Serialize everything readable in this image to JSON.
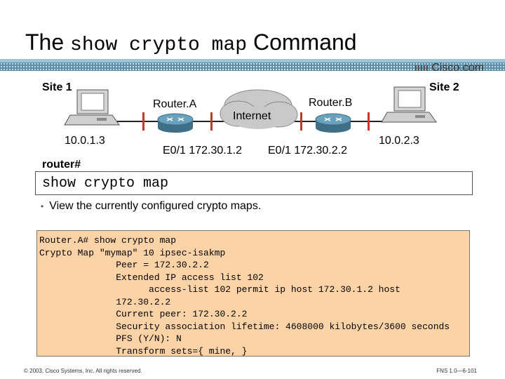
{
  "title": {
    "text_pre": "The ",
    "text_mono": "show crypto map",
    "text_post": " Command"
  },
  "logo": {
    "text": "Cisco.com"
  },
  "topology": {
    "site1": "Site 1",
    "site2": "Site 2",
    "router_a": "Router.A",
    "router_b": "Router.B",
    "internet": "Internet",
    "host1_ip": "10.0.1.3",
    "host2_ip": "10.0.2.3",
    "router_a_if": "E0/1 172.30.1.2",
    "router_b_if": "E0/1 172.30.2.2"
  },
  "command": {
    "prompt": "router#",
    "syntax": "show crypto map"
  },
  "bullet": "View the currently configured crypto maps.",
  "output": {
    "lines": [
      "Router.A# show crypto map",
      "Crypto Map \"mymap\" 10 ipsec-isakmp",
      "              Peer = 172.30.2.2",
      "              Extended IP access list 102",
      "                    access-list 102 permit ip host 172.30.1.2 host",
      "              172.30.2.2",
      "              Current peer: 172.30.2.2",
      "              Security association lifetime: 4608000 kilobytes/3600 seconds",
      "              PFS (Y/N): N",
      "              Transform sets={ mine, }"
    ]
  },
  "footer": {
    "copyright": "© 2003, Cisco Systems, Inc. All rights reserved.",
    "page": "FNS 1.0—6-101"
  },
  "colors": {
    "output_bg": "#fcd3a6",
    "header_bar": "#5f8fa8",
    "router": "#5a8fa8"
  }
}
